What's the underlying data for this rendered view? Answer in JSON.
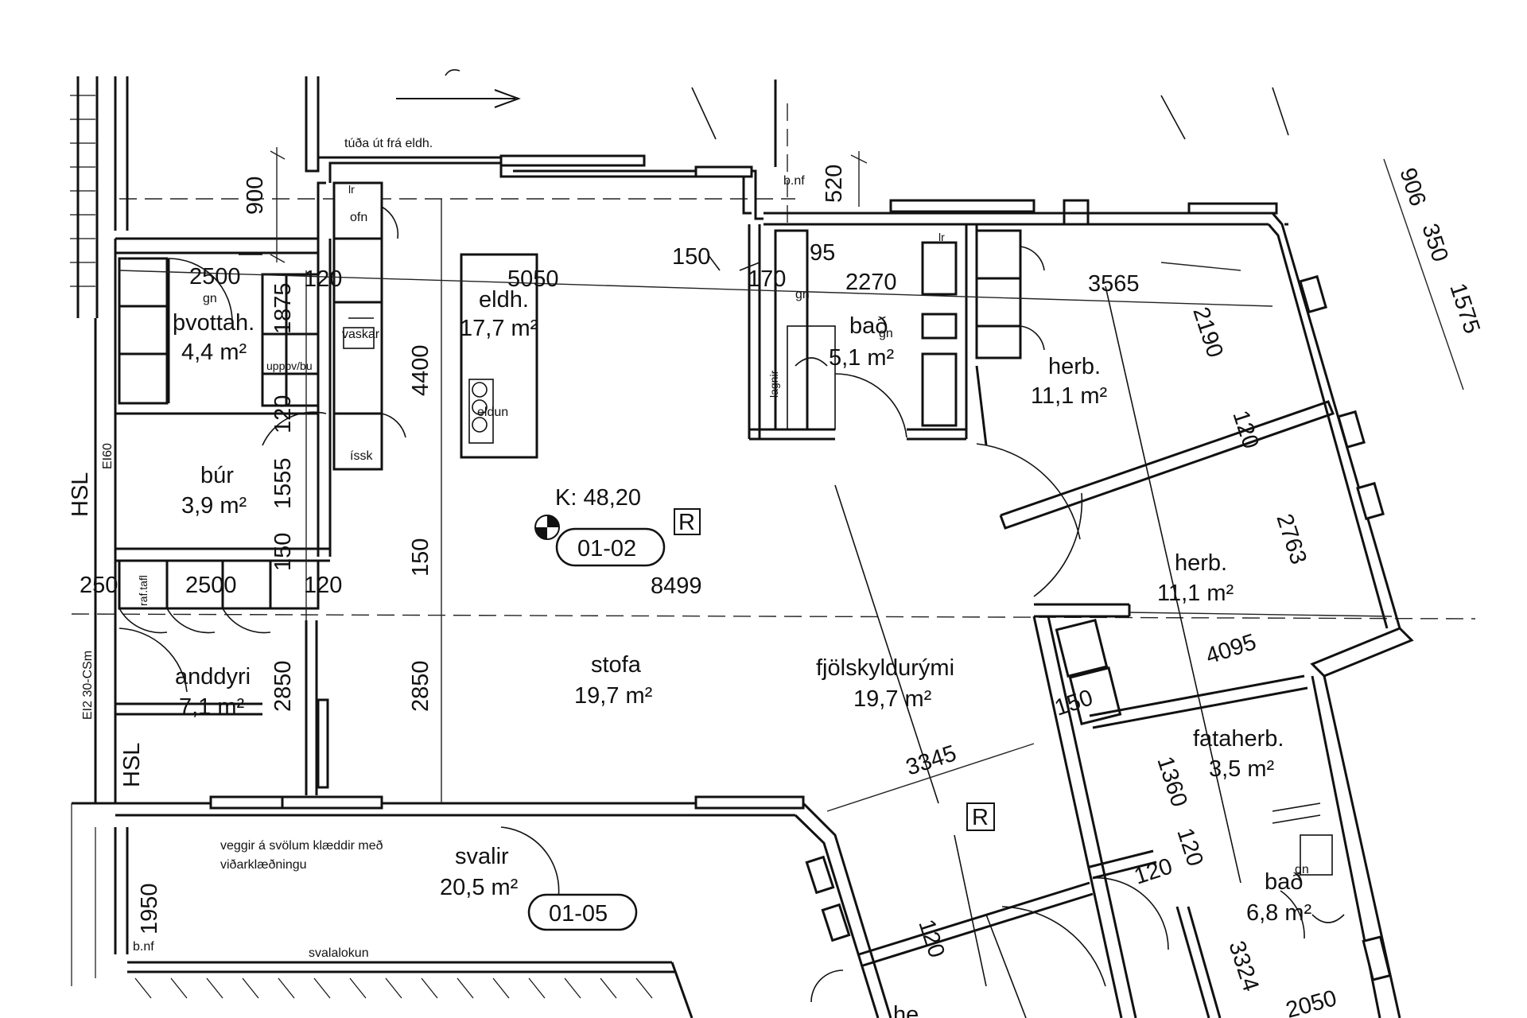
{
  "rooms": {
    "thvottah": {
      "name": "þvottah.",
      "area": "4,4 m²"
    },
    "eldh": {
      "name": "eldh.",
      "area": "17,7 m²"
    },
    "bad1": {
      "name": "bað",
      "area": "5,1 m²",
      "suffix": "gn"
    },
    "herb1": {
      "name": "herb.",
      "area": "11,1 m²"
    },
    "bur": {
      "name": "búr",
      "area": "3,9 m²"
    },
    "herb2": {
      "name": "herb.",
      "area": "11,1 m²"
    },
    "anddyri": {
      "name": "anddyri",
      "area": "7,1 m²"
    },
    "stofa": {
      "name": "stofa",
      "area": "19,7 m²"
    },
    "fjolsk": {
      "name": "fjölskyldurými",
      "area": "19,7 m²"
    },
    "fataherb": {
      "name": "fataherb.",
      "area": "3,5 m²"
    },
    "svalir": {
      "name": "svalir",
      "area": "20,5 m²"
    },
    "bad2": {
      "name": "bað",
      "area": "6,8 m²",
      "suffix": "gn"
    },
    "partial": {
      "name": "he"
    }
  },
  "dimensions": {
    "d900": "900",
    "d2500a": "2500",
    "d120a": "120",
    "d5050": "5050",
    "d150a": "150",
    "d170": "170",
    "d95": "95",
    "d2270": "2270",
    "d3565": "3565",
    "d520": "520",
    "d906": "906",
    "d350": "350",
    "d1575": "1575",
    "d1875": "1875",
    "d4400": "4400",
    "d120b": "120",
    "d1555": "1555",
    "d150b": "150",
    "d150c": "150",
    "d250": "250",
    "d2500b": "2500",
    "d120c": "120",
    "d8499": "8499",
    "d2190": "2190",
    "d120d": "120",
    "d2763": "2763",
    "d4095": "4095",
    "d2850a": "2850",
    "d2850b": "2850",
    "d150d": "150",
    "d3345": "3345",
    "d1360": "1360",
    "d120e": "120",
    "d120f": "120",
    "d3324": "3324",
    "d1950": "1950",
    "d2050": "2050",
    "d120g": "120"
  },
  "labels": {
    "tuda": "túða út frá eldh.",
    "bnf1": "b.nf",
    "bnf2": "b.nf",
    "ofn": "ofn",
    "kaskar": "vaskar",
    "uppthvottav": "uppþv/bu",
    "isskapur": "íssk",
    "helluborð": "eldun",
    "level": "K: 48,20",
    "zone1": "01-02",
    "zone2": "01-05",
    "r1": "R",
    "r2": "R",
    "gn1": "gn",
    "gn2": "gn",
    "lr": "lr",
    "lr2": "lr",
    "hsl1": "HSL",
    "hsl2": "HSL",
    "ei60": "EI60",
    "ei230": "EI2 30-CSm",
    "rafta": "raf.tafl",
    "veggir1": "veggir á svölum klæddir með",
    "veggir2": "viðarklæðningu",
    "svalalokun": "svalalokun",
    "lagnir": "lagnir"
  }
}
